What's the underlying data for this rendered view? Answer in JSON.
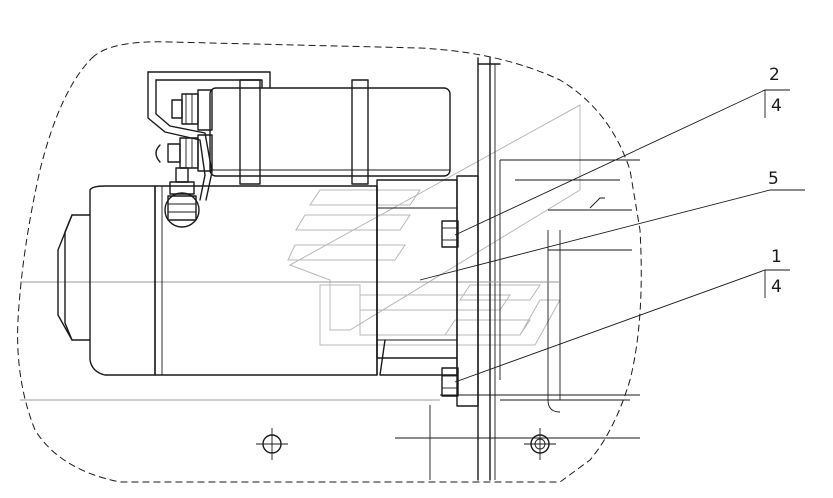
{
  "callouts": [
    {
      "id": "top",
      "numerator": "2",
      "denominator": "4"
    },
    {
      "id": "middle",
      "label": "5"
    },
    {
      "id": "bottom",
      "numerator": "1",
      "denominator": "4"
    }
  ],
  "colors": {
    "line": "#1a1a1a",
    "background": "#ffffff",
    "watermark": "#b8b8b8"
  }
}
